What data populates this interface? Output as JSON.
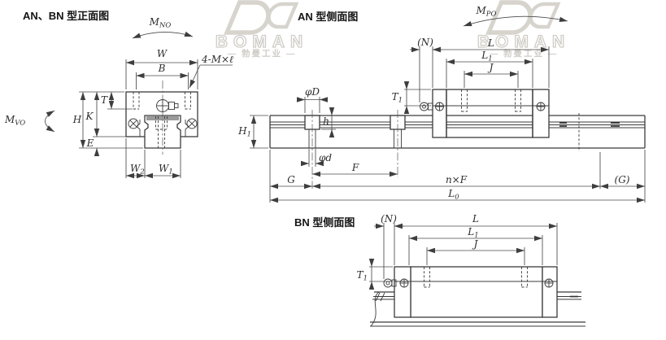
{
  "watermark": {
    "brand": "BOMAN",
    "brand_cn": "— 勃曼工业 —"
  },
  "colors": {
    "line": "#3b3b3b",
    "dimension": "#4a4a4a",
    "watermark": "#d0cdc6",
    "seal_gray": "#9a9a9a",
    "background": "#ffffff"
  },
  "views": {
    "front": {
      "title": "AN、BN 型正面图",
      "labels": {
        "mno": {
          "t": "M",
          "s": "NO"
        },
        "mvo": {
          "t": "M",
          "s": "VO"
        },
        "w": "W",
        "b": "B",
        "screws": "4-M×ℓ",
        "t": "T",
        "k": "K",
        "h": "H",
        "e": "E",
        "w2": {
          "t": "W",
          "s": "2"
        },
        "w1": {
          "t": "W",
          "s": "1"
        }
      }
    },
    "an_side": {
      "title": "AN 型侧面图",
      "labels": {
        "mpo": {
          "t": "M",
          "s": "PO"
        },
        "n": "(N)",
        "l": "L",
        "l1": {
          "t": "L",
          "s": "1"
        },
        "j": "J",
        "t1": {
          "t": "T",
          "s": "1"
        },
        "phi_D": "φD",
        "h_small": "h",
        "phi_d": "φd",
        "h1": {
          "t": "H",
          "s": "1"
        },
        "f": "F",
        "g": "G",
        "nxf": "n×F",
        "g_paren": "(G)",
        "l0": {
          "t": "L",
          "s": "0"
        }
      }
    },
    "bn_side": {
      "title": "BN 型侧面图",
      "labels": {
        "n": "(N)",
        "l": "L",
        "l1": {
          "t": "L",
          "s": "1"
        },
        "j": "J",
        "t1": {
          "t": "T",
          "s": "1"
        }
      }
    }
  }
}
